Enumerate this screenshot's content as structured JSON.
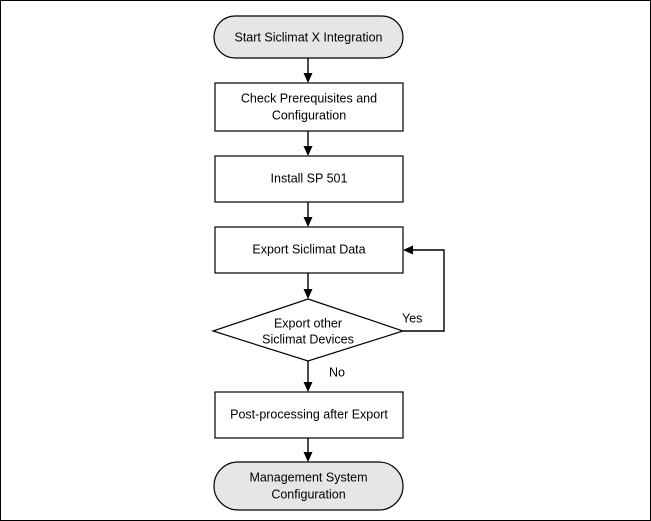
{
  "diagram": {
    "type": "flowchart",
    "orientation": "top-to-bottom",
    "background_color": "#ffffff",
    "border_color": "#000000",
    "terminator_fill": "#e6e6e6",
    "process_fill": "#ffffff",
    "decision_fill": "#ffffff",
    "line_color": "#000000",
    "nodes": [
      {
        "id": "start",
        "shape": "terminator",
        "line1": "Start Siclimat X Integration",
        "line2": ""
      },
      {
        "id": "check",
        "shape": "process",
        "line1": "Check Prerequisites and",
        "line2": "Configuration"
      },
      {
        "id": "install",
        "shape": "process",
        "line1": "Install SP 501",
        "line2": ""
      },
      {
        "id": "export",
        "shape": "process",
        "line1": "Export Siclimat Data",
        "line2": ""
      },
      {
        "id": "decision",
        "shape": "decision",
        "line1": "Export other",
        "line2": "Siclimat Devices"
      },
      {
        "id": "post",
        "shape": "process",
        "line1": "Post-processing after Export",
        "line2": ""
      },
      {
        "id": "end",
        "shape": "terminator",
        "line1": "Management System",
        "line2": "Configuration"
      }
    ],
    "edge_labels": {
      "yes": "Yes",
      "no": "No"
    }
  }
}
